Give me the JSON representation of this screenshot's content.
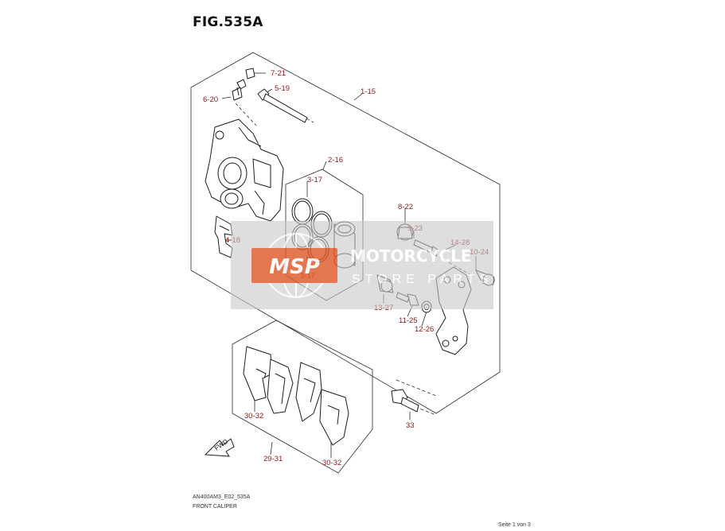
{
  "figure": {
    "title": "FIG.535A",
    "code": "AN400AM3_E02_535A",
    "name": "FRONT CALIPER",
    "page_indicator": "Seite 1 von 3"
  },
  "callouts": [
    {
      "id": "c-7-21",
      "text": "7-21"
    },
    {
      "id": "c-5-19",
      "text": "5-19"
    },
    {
      "id": "c-6-20",
      "text": "6-20"
    },
    {
      "id": "c-1-15",
      "text": "1-15"
    },
    {
      "id": "c-2-16",
      "text": "2-16"
    },
    {
      "id": "c-3-17a",
      "text": "3-17"
    },
    {
      "id": "c-3-17b",
      "text": "3-17"
    },
    {
      "id": "c-4-18",
      "text": "4-18"
    },
    {
      "id": "c-8-22",
      "text": "8-22"
    },
    {
      "id": "c-9-23",
      "text": "9-23"
    },
    {
      "id": "c-14-28",
      "text": "14-28"
    },
    {
      "id": "c-10-24",
      "text": "10-24"
    },
    {
      "id": "c-13-27",
      "text": "13-27"
    },
    {
      "id": "c-11-25",
      "text": "11-25"
    },
    {
      "id": "c-12-26",
      "text": "12-26"
    },
    {
      "id": "c-33",
      "text": "33"
    },
    {
      "id": "c-30-32a",
      "text": "30-32"
    },
    {
      "id": "c-30-32b",
      "text": "30-32"
    },
    {
      "id": "c-29-31",
      "text": "29-31"
    }
  ],
  "direction_marker": {
    "text": "FWD",
    "icon": "fwd-arrow-icon"
  },
  "watermark": {
    "badge": "MSP",
    "line1": "MOTORCYCLE",
    "line2": "STORE PARTS",
    "colors": {
      "badge": "#e05a2a",
      "band": "#c9c9c9"
    }
  },
  "colors": {
    "callout": "#8b1a1a",
    "line": "#2a2a2a"
  }
}
